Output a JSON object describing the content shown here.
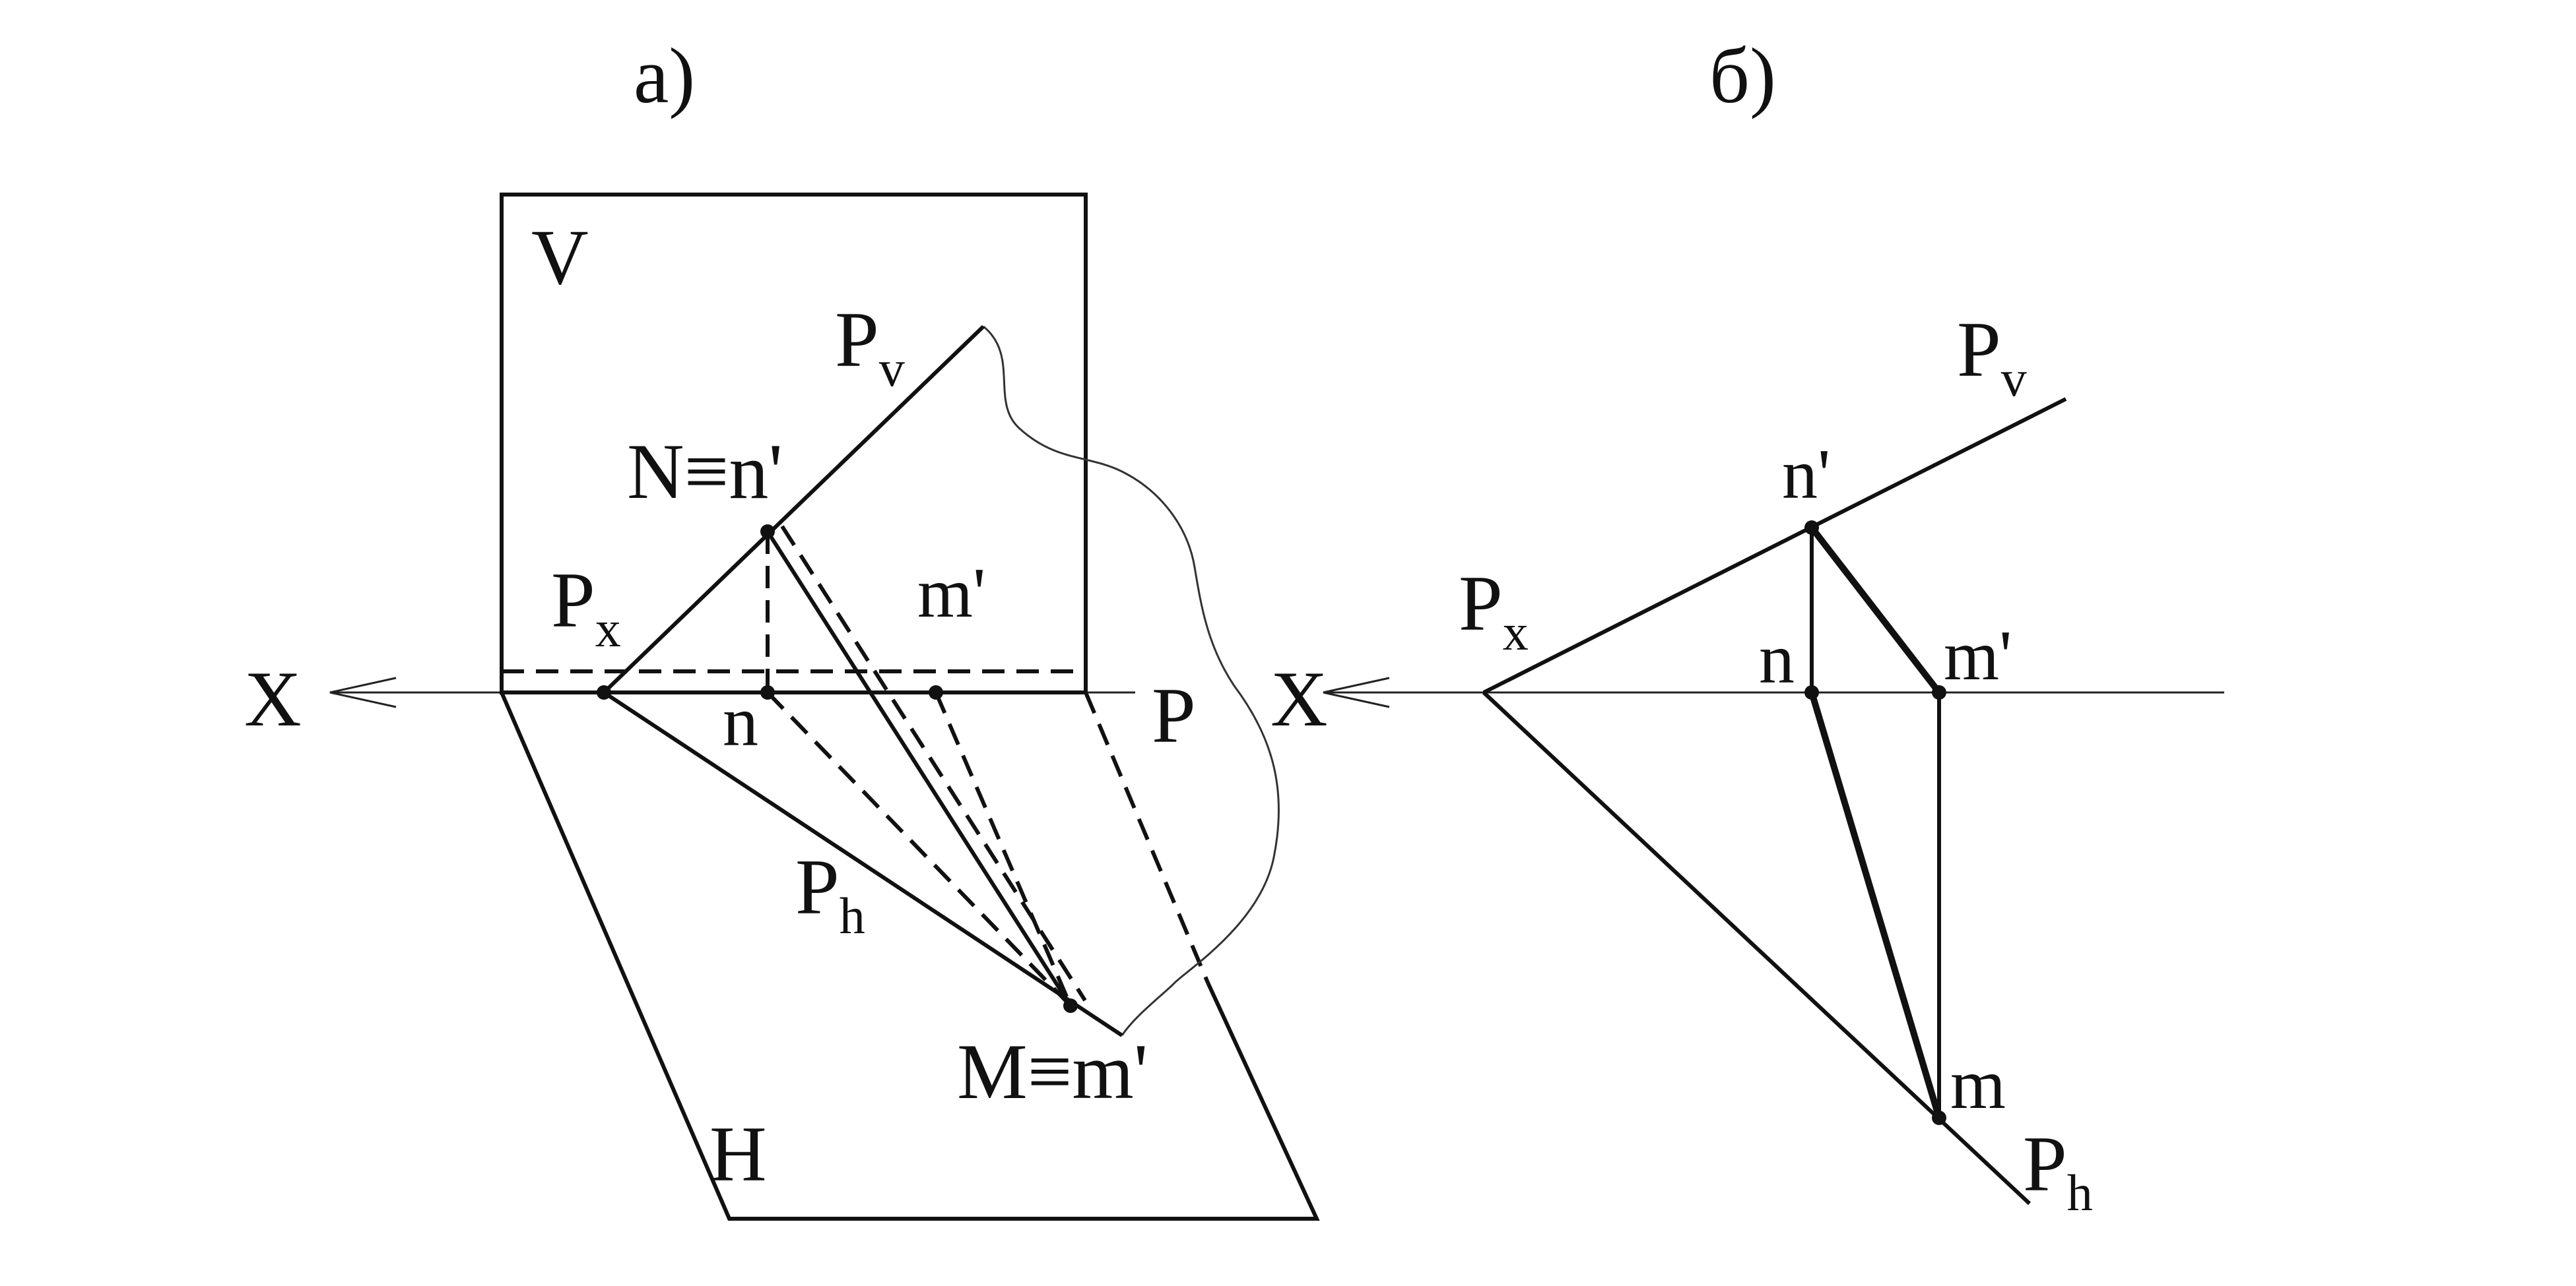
{
  "panel_a": {
    "title": "а)",
    "labels": {
      "V": "V",
      "H": "H",
      "P": "P",
      "X": "X",
      "Pv_main": "P",
      "Pv_sub": "v",
      "Px_main": "P",
      "Px_sub": "x",
      "Ph_main": "P",
      "Ph_sub": "h",
      "N": "N≡n'",
      "M": "M≡m'",
      "m_prime": "m'",
      "n": "n"
    }
  },
  "panel_b": {
    "title": "б)",
    "labels": {
      "X": "X",
      "Pv_main": "P",
      "Pv_sub": "v",
      "Px_main": "P",
      "Px_sub": "x",
      "Ph_main": "P",
      "Ph_sub": "h",
      "n_prime": "n'",
      "n": "n",
      "m_prime": "m'",
      "m": "m"
    }
  }
}
